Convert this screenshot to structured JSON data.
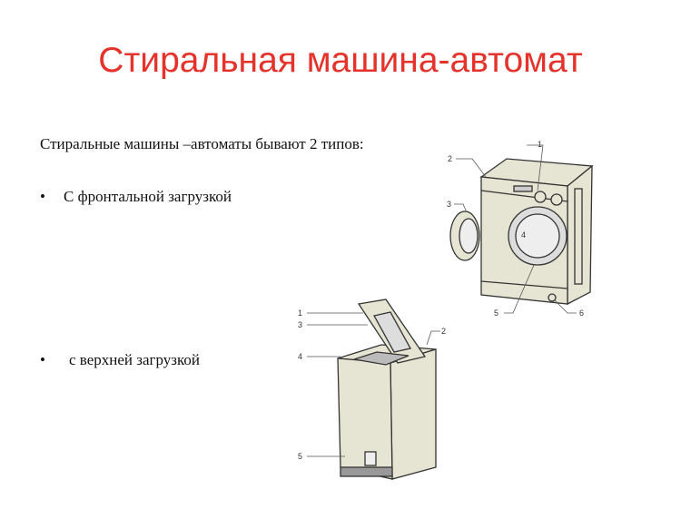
{
  "slide": {
    "title": "Стиральная машина-автомат",
    "intro": "Стиральные машины –автоматы бывают 2 типов:",
    "bullets": [
      {
        "marker": "•",
        "text": "С фронтальной загрузкой"
      },
      {
        "marker": "•",
        "text": "с верхней загрузкой"
      }
    ]
  },
  "front_loader": {
    "labels": [
      "1",
      "2",
      "3",
      "4",
      "5",
      "6"
    ]
  },
  "top_loader": {
    "labels": [
      "1",
      "2",
      "3",
      "4",
      "5"
    ]
  },
  "colors": {
    "title": "#e5322b",
    "machine_body": "#e6e5d3",
    "outline": "#333333"
  }
}
